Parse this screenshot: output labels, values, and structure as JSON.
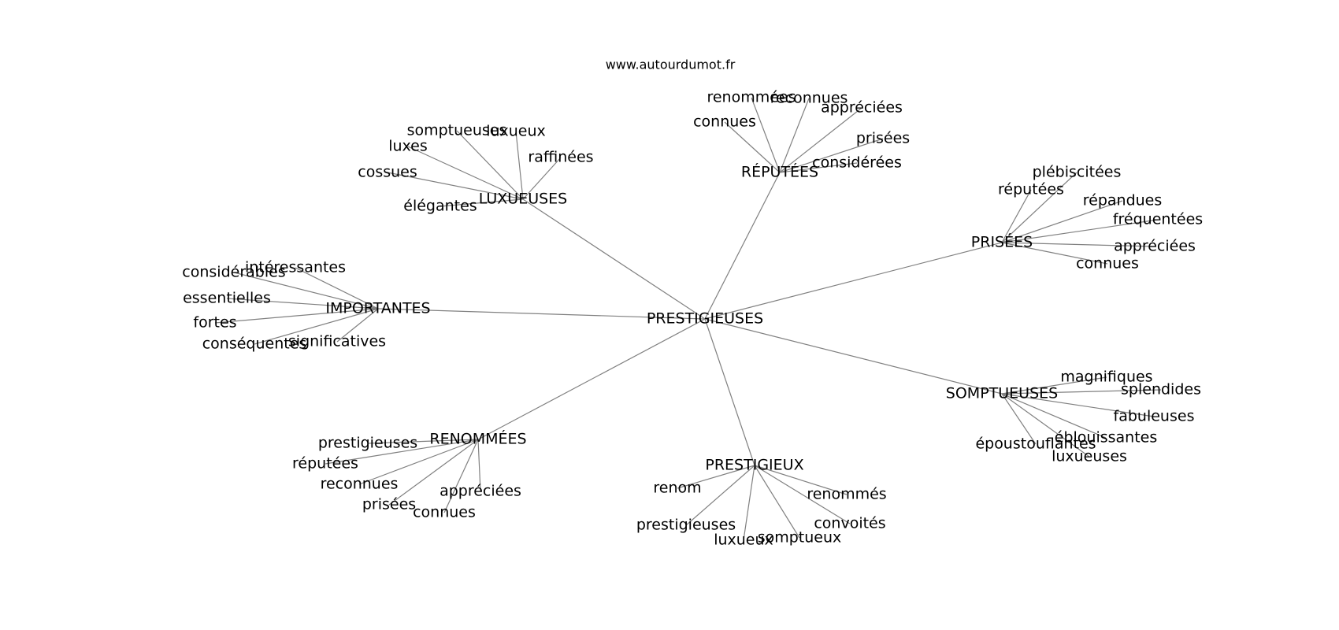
{
  "site": "www.autourdumot.fr",
  "graph": {
    "center": "PRESTIGIEUSES",
    "branches": [
      {
        "label": "LUXUEUSES",
        "leaves": [
          "somptueuses",
          "luxueux",
          "luxes",
          "raffinées",
          "cossues",
          "élégantes"
        ]
      },
      {
        "label": "RÉPUTÉES",
        "leaves": [
          "renommées",
          "reconnues",
          "appréciées",
          "connues",
          "prisées",
          "considérées"
        ]
      },
      {
        "label": "PRISÉES",
        "leaves": [
          "plébiscitées",
          "réputées",
          "répandues",
          "fréquentées",
          "appréciées",
          "connues"
        ]
      },
      {
        "label": "IMPORTANTES",
        "leaves": [
          "considérables",
          "intéressantes",
          "essentielles",
          "fortes",
          "conséquentes",
          "significatives"
        ]
      },
      {
        "label": "SOMPTUEUSES",
        "leaves": [
          "magnifiques",
          "splendides",
          "fabuleuses",
          "éblouissantes",
          "époustouflantes",
          "luxueuses"
        ]
      },
      {
        "label": "RENOMMÉES",
        "leaves": [
          "prestigieuses",
          "réputées",
          "reconnues",
          "appréciées",
          "prisées",
          "connues"
        ]
      },
      {
        "label": "PRESTIGIEUX",
        "leaves": [
          "renom",
          "renommés",
          "convoités",
          "prestigieuses",
          "luxueux",
          "somptueux"
        ]
      }
    ]
  }
}
